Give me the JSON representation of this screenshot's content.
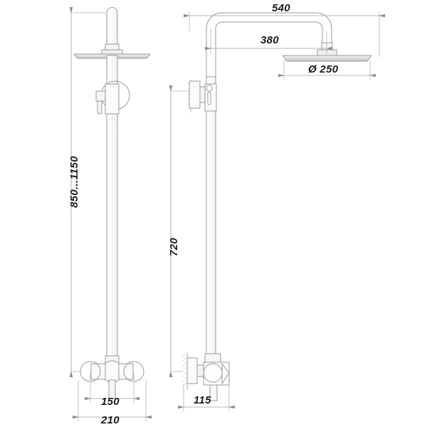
{
  "drawing": {
    "type": "technical-line-drawing",
    "subject": "wall-mounted shower column with rain shower head and mixer",
    "units": "mm",
    "views": [
      {
        "name": "front-view",
        "position": "left"
      },
      {
        "name": "side-view",
        "position": "right"
      }
    ],
    "line_color": "#9a9a9a",
    "dimension_line_color": "#b5b5b5",
    "text_color": "#1a1a1a",
    "background": "#ffffff"
  },
  "dimensions": {
    "height_range": "850...1150",
    "riser_height": "720",
    "arm_reach": "540",
    "arm_offset": "380",
    "head_diameter": "Ø 250",
    "mixer_spread": "150",
    "mixer_width": "210",
    "wall_projection": "115"
  },
  "labels": {
    "height_range": "850...1150",
    "riser_height": "720",
    "arm_reach": "540",
    "arm_offset": "380",
    "head_diameter": "Ø 250",
    "mixer_spread": "150",
    "mixer_width": "210",
    "wall_projection": "115"
  }
}
